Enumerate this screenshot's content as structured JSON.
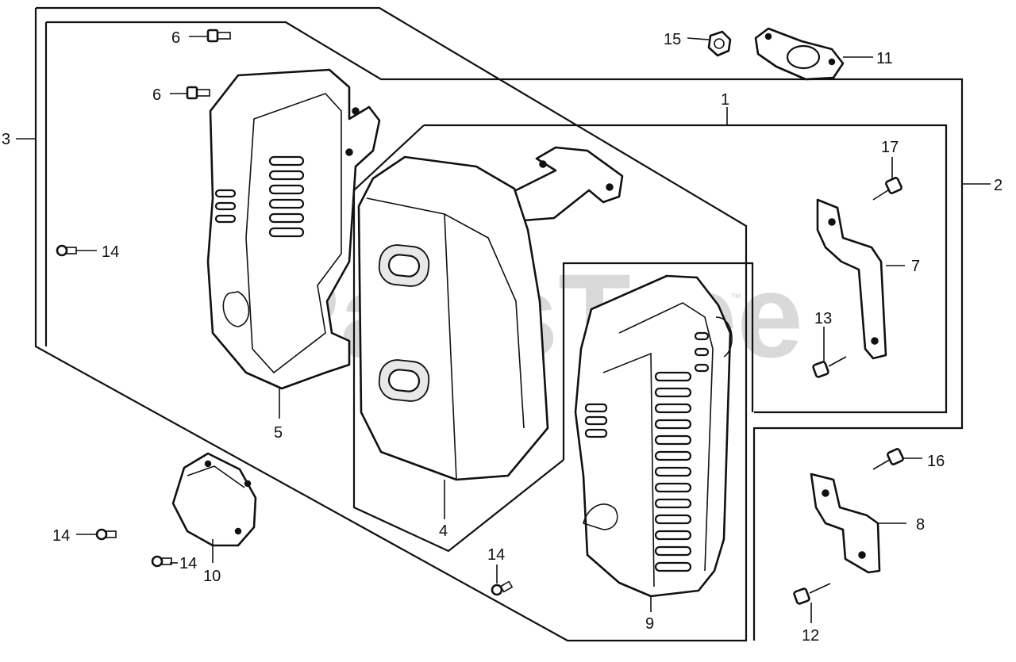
{
  "watermark": {
    "text": "PartsTree",
    "trademark": "™"
  },
  "callouts": [
    {
      "id": "c1",
      "text": "1"
    },
    {
      "id": "c2",
      "text": "2"
    },
    {
      "id": "c3",
      "text": "3"
    },
    {
      "id": "c4",
      "text": "4"
    },
    {
      "id": "c5",
      "text": "5"
    },
    {
      "id": "c6",
      "text": "6"
    },
    {
      "id": "c6b",
      "text": "6"
    },
    {
      "id": "c7",
      "text": "7"
    },
    {
      "id": "c8",
      "text": "8"
    },
    {
      "id": "c9",
      "text": "9"
    },
    {
      "id": "c10",
      "text": "10"
    },
    {
      "id": "c11",
      "text": "11"
    },
    {
      "id": "c12",
      "text": "12"
    },
    {
      "id": "c13",
      "text": "13"
    },
    {
      "id": "c14a",
      "text": "14"
    },
    {
      "id": "c14b",
      "text": "14"
    },
    {
      "id": "c14c",
      "text": "14"
    },
    {
      "id": "c14d",
      "text": "14"
    },
    {
      "id": "c15",
      "text": "15"
    },
    {
      "id": "c16",
      "text": "16"
    },
    {
      "id": "c17",
      "text": "17"
    }
  ]
}
